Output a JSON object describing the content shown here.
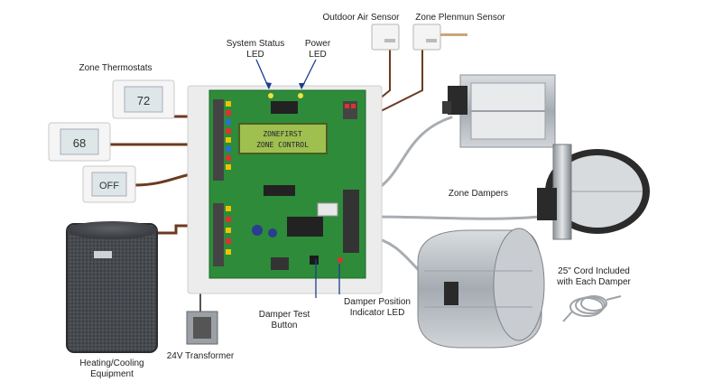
{
  "labels": {
    "outdoor_air_sensor": "Outdoor Air Sensor",
    "zone_plenum_sensor": "Zone Plenmun Sensor",
    "system_status_led": [
      "System Status",
      "LED"
    ],
    "power_led": [
      "Power",
      "LED"
    ],
    "zone_thermostats": "Zone Thermostats",
    "zone_dampers": "Zone Dampers",
    "cord_note": [
      "25\" Cord Included",
      "with Each Damper"
    ],
    "damper_test_button": [
      "Damper Test",
      "Button"
    ],
    "damper_position_led": [
      "Damper Position",
      "Indicator LED"
    ],
    "transformer": "24V Transformer",
    "heating_cooling": [
      "Heating/Cooling",
      "Equipment"
    ]
  },
  "board": {
    "lcd_lines": [
      "ZONEFIRST",
      "ZONE CONTROL"
    ]
  },
  "thermostats": [
    {
      "display": "72",
      "unit": "°"
    },
    {
      "display": "68",
      "unit": "°"
    },
    {
      "display": "OFF",
      "unit": ""
    }
  ],
  "colors": {
    "pcb_green": "#2e8b3a",
    "enclosure": "#ececec",
    "wire_brown": "#6b3a1f",
    "wire_gray": "#9aa0a6",
    "metal": "#b9bec4",
    "leader": "#1e3f8f"
  }
}
